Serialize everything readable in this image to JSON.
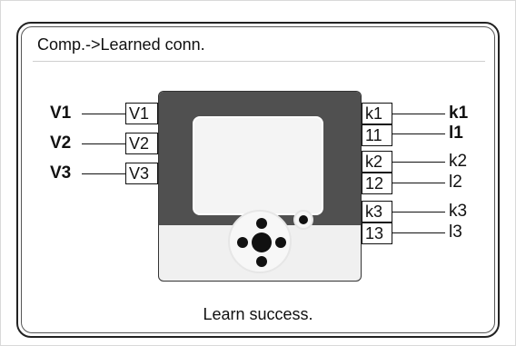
{
  "dialog": {
    "title": "Comp.->Learned conn.",
    "status": "Learn success."
  },
  "left_connections": [
    {
      "label": "V1",
      "terminal": "V1"
    },
    {
      "label": "V2",
      "terminal": "V2"
    },
    {
      "label": "V3",
      "terminal": "V3"
    }
  ],
  "right_connections": [
    {
      "label": "k1",
      "terminal": "k1"
    },
    {
      "label": "l1",
      "terminal": "11"
    },
    {
      "label": "k2",
      "terminal": "k2"
    },
    {
      "label": "l2",
      "terminal": "12"
    },
    {
      "label": "k3",
      "terminal": "k3"
    },
    {
      "label": "l3",
      "terminal": "13"
    }
  ]
}
